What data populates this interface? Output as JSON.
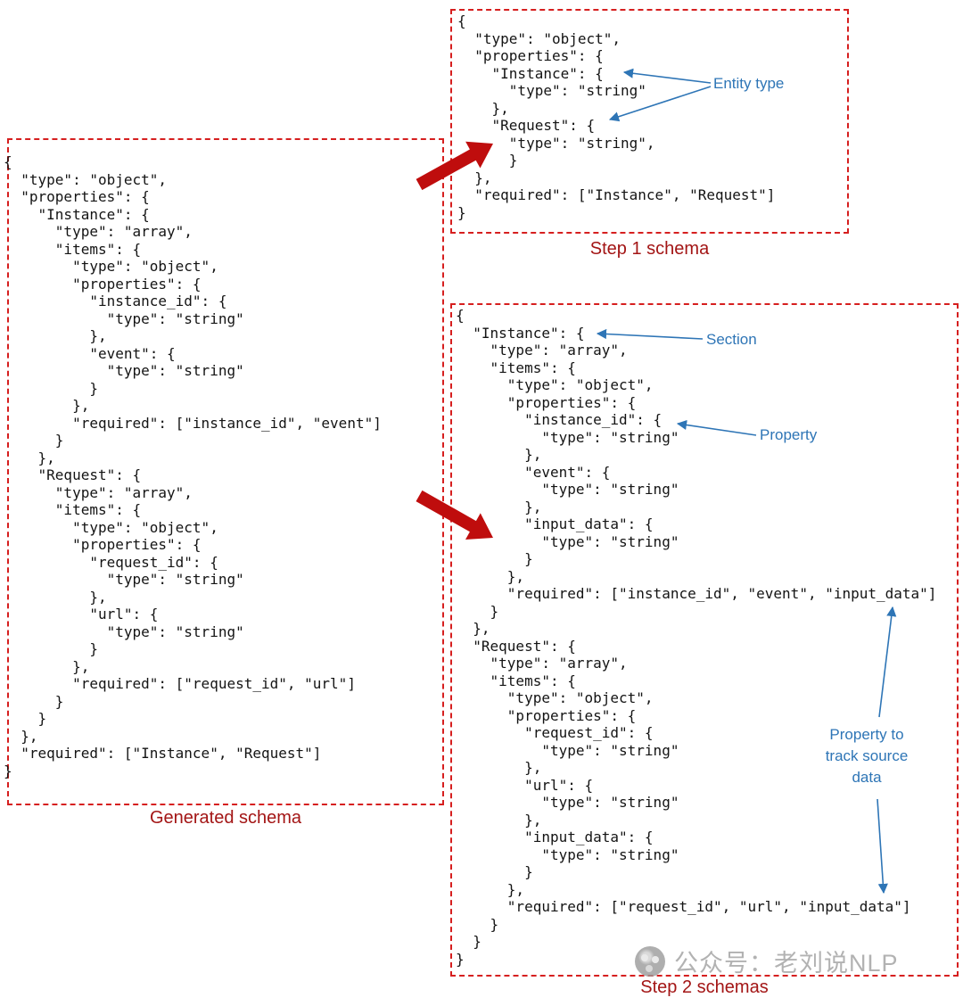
{
  "panels": {
    "generated": {
      "caption": "Generated schema",
      "code": [
        "{",
        "  \"type\": \"object\",",
        "  \"properties\": {",
        "    \"Instance\": {",
        "      \"type\": \"array\",",
        "      \"items\": {",
        "        \"type\": \"object\",",
        "        \"properties\": {",
        "          \"instance_id\": {",
        "            \"type\": \"string\"",
        "          },",
        "          \"event\": {",
        "            \"type\": \"string\"",
        "          }",
        "        },",
        "        \"required\": [\"instance_id\", \"event\"]",
        "      }",
        "    },",
        "    \"Request\": {",
        "      \"type\": \"array\",",
        "      \"items\": {",
        "        \"type\": \"object\",",
        "        \"properties\": {",
        "          \"request_id\": {",
        "            \"type\": \"string\"",
        "          },",
        "          \"url\": {",
        "            \"type\": \"string\"",
        "          }",
        "        },",
        "        \"required\": [\"request_id\", \"url\"]",
        "      }",
        "    }",
        "  },",
        "  \"required\": [\"Instance\", \"Request\"]",
        "}"
      ]
    },
    "step1": {
      "caption": "Step 1 schema",
      "code": [
        "{",
        "  \"type\": \"object\",",
        "  \"properties\": {",
        "    \"Instance\": {",
        "      \"type\": \"string\"",
        "    },",
        "    \"Request\": {",
        "      \"type\": \"string\",",
        "      }",
        "  },",
        "  \"required\": [\"Instance\", \"Request\"]",
        "}"
      ]
    },
    "step2": {
      "caption": "Step 2 schemas",
      "code": [
        "{",
        "  \"Instance\": {",
        "    \"type\": \"array\",",
        "    \"items\": {",
        "      \"type\": \"object\",",
        "      \"properties\": {",
        "        \"instance_id\": {",
        "          \"type\": \"string\"",
        "        },",
        "        \"event\": {",
        "          \"type\": \"string\"",
        "        },",
        "        \"input_data\": {",
        "          \"type\": \"string\"",
        "        }",
        "      },",
        "      \"required\": [\"instance_id\", \"event\", \"input_data\"]",
        "    }",
        "  },",
        "  \"Request\": {",
        "    \"type\": \"array\",",
        "    \"items\": {",
        "      \"type\": \"object\",",
        "      \"properties\": {",
        "        \"request_id\": {",
        "          \"type\": \"string\"",
        "        },",
        "        \"url\": {",
        "          \"type\": \"string\"",
        "        },",
        "        \"input_data\": {",
        "          \"type\": \"string\"",
        "        }",
        "      },",
        "      \"required\": [\"request_id\", \"url\", \"input_data\"]",
        "    }",
        "  }",
        "}"
      ]
    }
  },
  "annotations": {
    "entity_type": "Entity type",
    "section": "Section",
    "property": "Property",
    "track_source": "Property to track source data"
  },
  "watermark": {
    "text": "公众号：老刘说NLP"
  },
  "colors": {
    "box_border_red": "#d61f1f",
    "caption_red": "#a31515",
    "annotation_blue": "#2e75b6",
    "big_arrow_red": "#bf0d0d",
    "code_text": "#141414",
    "watermark_gray": "#a0a0a0"
  }
}
